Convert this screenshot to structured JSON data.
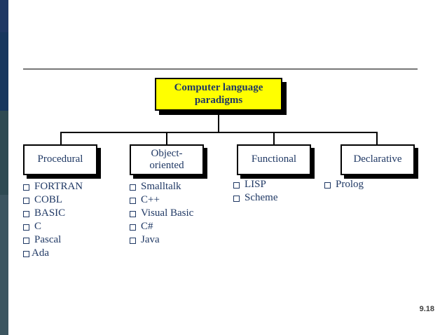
{
  "slide": {
    "number": "9.18",
    "title": "Computer language paradigms",
    "title_line1": "Computer language",
    "title_line2": "paradigms"
  },
  "colors": {
    "title_box_fill": "#ffff00",
    "text": "#1f3864",
    "border": "#000000",
    "bar_navy": "#1f3864",
    "bar_teal": "#2e4a52"
  },
  "categories": [
    {
      "id": "procedural",
      "label": "Procedural",
      "label_line1": "Procedural",
      "label_line2": "",
      "items": [
        "FORTRAN",
        "COBL",
        "BASIC",
        "C",
        "Pascal",
        "Ada"
      ]
    },
    {
      "id": "object-oriented",
      "label": "Object-oriented",
      "label_line1": "Object-",
      "label_line2": "oriented",
      "items": [
        "Smalltalk",
        "C++",
        "Visual Basic",
        "C#",
        "Java"
      ]
    },
    {
      "id": "functional",
      "label": "Functional",
      "label_line1": "Functional",
      "label_line2": "",
      "items": [
        "LISP",
        "Scheme"
      ]
    },
    {
      "id": "declarative",
      "label": "Declarative",
      "label_line1": "Declarative",
      "label_line2": "",
      "items": [
        "Prolog"
      ]
    }
  ]
}
